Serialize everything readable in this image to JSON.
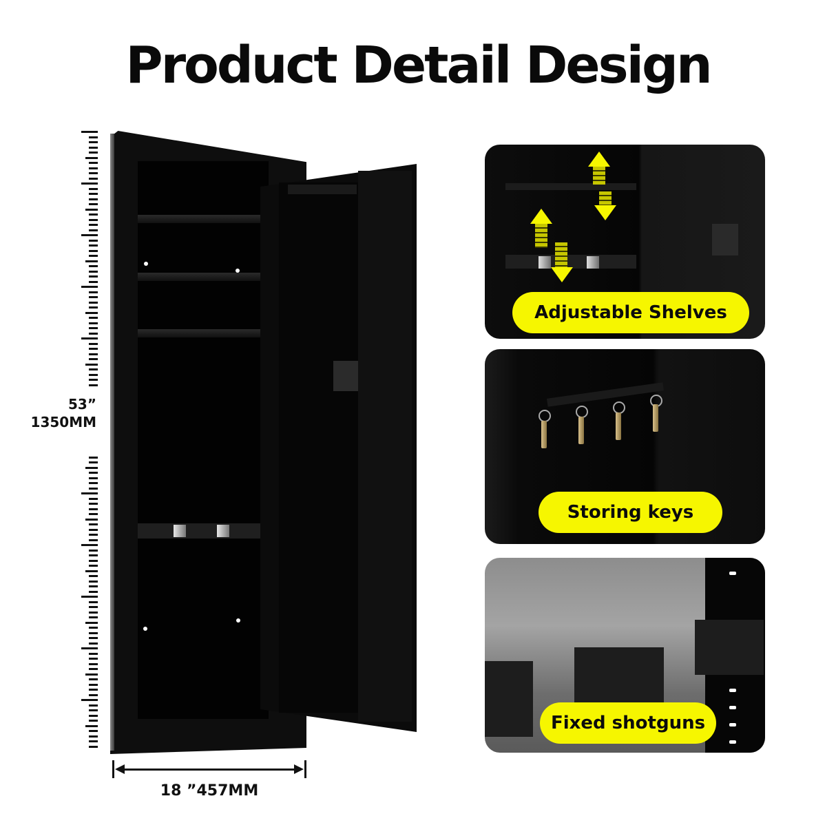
{
  "header": {
    "title": "Product Detail Design"
  },
  "dimensions": {
    "height_inches": "53”",
    "height_mm": "1350MM",
    "width_label": "18 ”457MM"
  },
  "features": [
    {
      "label": "Adjustable Shelves",
      "icon": "up-down-arrows-icon"
    },
    {
      "label": "Storing keys",
      "icon": "key-hooks-icon"
    },
    {
      "label": "Fixed shotguns",
      "icon": "gun-rack-icon"
    }
  ],
  "colors": {
    "accent_yellow": "#f6f600",
    "cabinet_black": "#0e0e0e",
    "text": "#0a0a0a"
  }
}
